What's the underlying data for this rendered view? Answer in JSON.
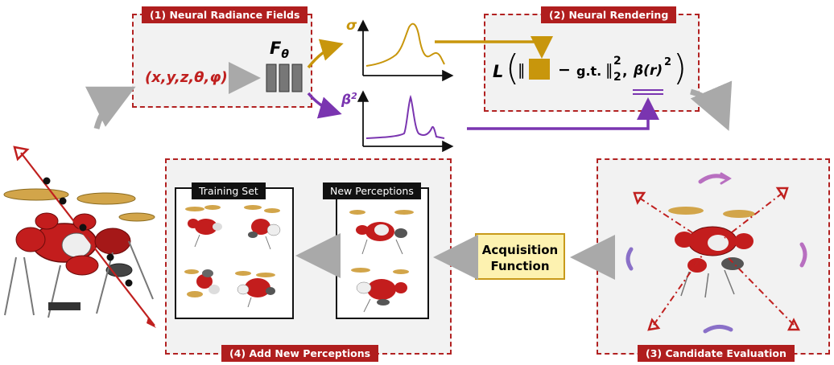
{
  "panels": {
    "nerf": {
      "title": "(1) Neural Radiance Fields",
      "input": "(x,y,z,θ,φ)",
      "network_label": "F",
      "network_sub": "θ"
    },
    "rendering": {
      "title": "(2) Neural Rendering",
      "loss_L": "L",
      "loss_bar_open": "‖",
      "loss_minus": "−",
      "loss_gt": "g.t.",
      "loss_norm": "‖",
      "loss_sup": "2",
      "loss_sub": "2",
      "loss_comma": ",",
      "loss_beta": "β(r)",
      "loss_beta_sup": "2"
    },
    "candidate": {
      "title": "(3) Candidate Evaluation"
    },
    "add": {
      "title": "(4) Add New Perceptions",
      "training_set": "Training Set",
      "new_perceptions": "New Perceptions"
    }
  },
  "curves": {
    "sigma_label": "σ",
    "beta_label": "β",
    "beta_sup": "2"
  },
  "acquisition": {
    "line1": "Acquisition",
    "line2": "Function"
  },
  "colors": {
    "accent_red": "#b01e1e",
    "gold": "#c8960c",
    "purple": "#7a35b0",
    "gray_arrow": "#a9a9a9"
  }
}
